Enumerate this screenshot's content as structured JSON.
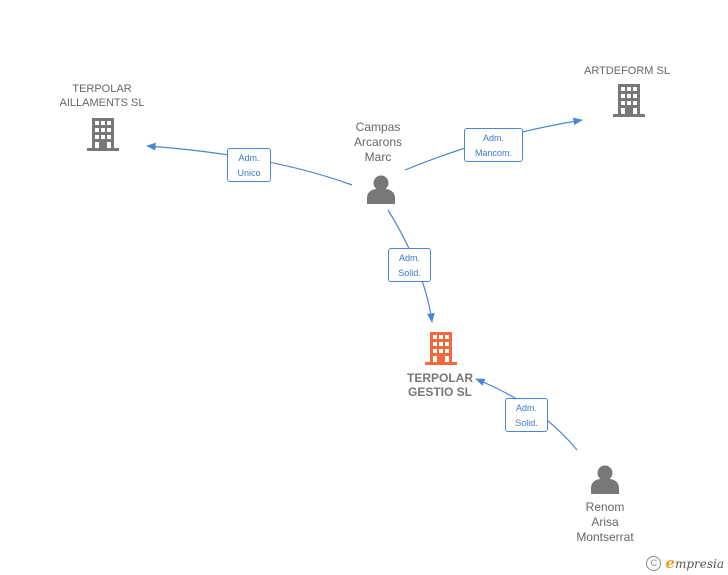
{
  "nodes": {
    "terpolar_aillaments": {
      "label": "TERPOLAR\nAILLAMENTS SL"
    },
    "artdeform": {
      "label": "ARTDEFORM SL"
    },
    "campas": {
      "label": "Campas\nArcarons\nMarc"
    },
    "terpolar_gestio": {
      "label": "TERPOLAR\nGESTIO  SL"
    },
    "renom": {
      "label": "Renom\nArisa\nMontserrat"
    }
  },
  "edges": {
    "campas_to_aillaments": {
      "line1": "Adm.",
      "line2": "Unico"
    },
    "campas_to_artdeform": {
      "line1": "Adm.",
      "line2": "Mancom."
    },
    "campas_to_gestio": {
      "line1": "Adm.",
      "line2": "Solid."
    },
    "renom_to_gestio": {
      "line1": "Adm.",
      "line2": "Solid."
    }
  },
  "footer": {
    "copyright_symbol": "C",
    "brand_initial": "e",
    "brand_rest": "mpresia"
  },
  "colors": {
    "edge": "#4a86d8",
    "company_icon": "#777777",
    "focus_company_icon": "#f26a3c",
    "person_icon": "#777777"
  }
}
